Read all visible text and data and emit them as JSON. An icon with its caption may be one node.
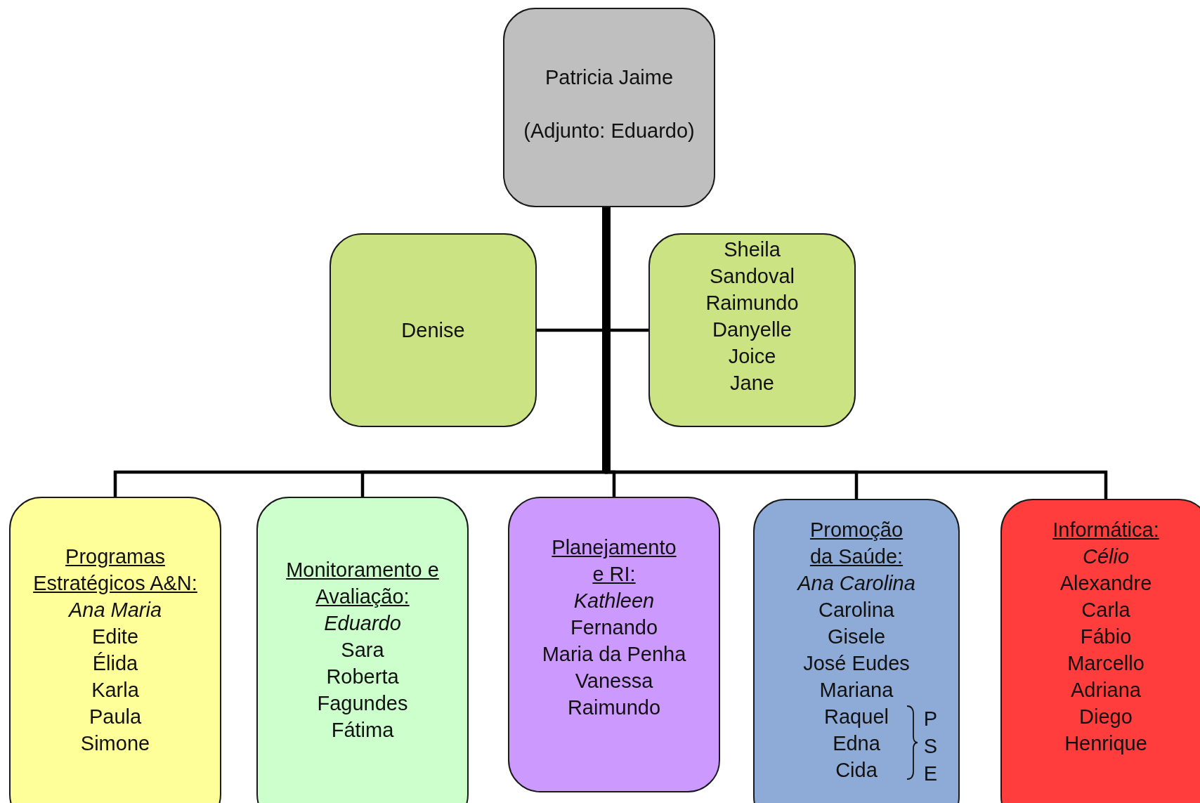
{
  "diagram": {
    "nodes": [
      {
        "text": [
          "Patricia Jaime",
          "(Adjunto: Eduardo)"
        ]
      },
      {
        "text": [
          "Denise"
        ]
      },
      {
        "text": [
          "Sheila",
          "Sandoval",
          "Raimundo",
          "Danyelle",
          "Joice",
          "Jane"
        ]
      },
      {
        "text": [
          "Programas Estratégicos A&N:",
          "Ana Maria",
          "Edite",
          "Élida",
          "Karla",
          "Paula",
          "Simone"
        ]
      },
      {
        "text": [
          "Monitoramento e Avaliação:",
          "Eduardo",
          "Sara",
          "Roberta",
          "Fagundes",
          "Fátima"
        ]
      },
      {
        "text": [
          "Planejamento e RI:",
          "Kathleen",
          "Fernando",
          "Maria da Penha",
          "Vanessa",
          "Raimundo"
        ]
      },
      {
        "text": [
          "Promoção da Saúde:",
          "Ana Carolina",
          "Carolina",
          "Gisele",
          "José Eudes",
          "Mariana",
          "Raquel",
          "Edna",
          "Cida",
          "PSE"
        ]
      },
      {
        "text": [
          "Informática:",
          "Célio",
          "Alexandre",
          "Carla",
          "Fábio",
          "Marcello",
          "Adriana",
          "Diego",
          "Henrique"
        ]
      }
    ],
    "edges": [
      {
        "from": 0,
        "to": 1,
        "arrow": "none",
        "style": "thick"
      },
      {
        "from": 0,
        "to": 2,
        "arrow": "none",
        "style": "thick"
      },
      {
        "from": 0,
        "to": 3,
        "arrow": "none"
      },
      {
        "from": 0,
        "to": 4,
        "arrow": "none"
      },
      {
        "from": 0,
        "to": 5,
        "arrow": "none"
      },
      {
        "from": 0,
        "to": 6,
        "arrow": "none"
      },
      {
        "from": 0,
        "to": 7,
        "arrow": "none"
      }
    ]
  }
}
